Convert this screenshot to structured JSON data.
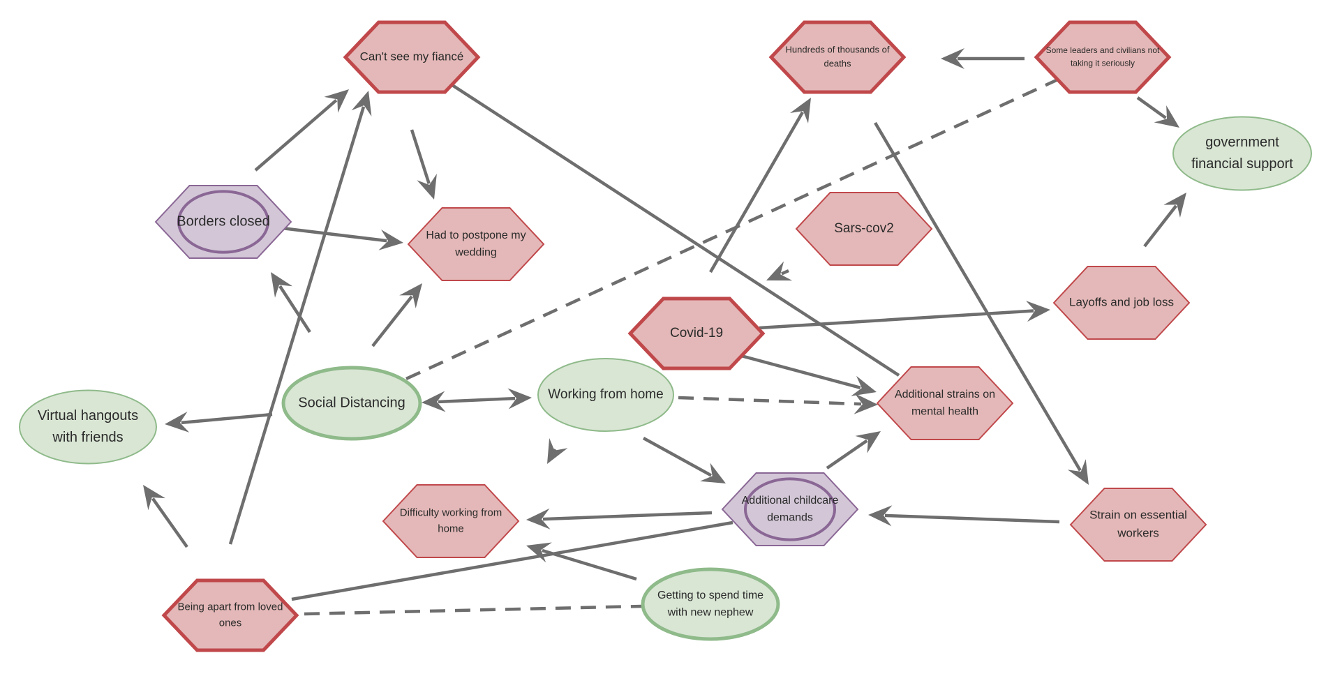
{
  "colors": {
    "negative_fill": "#e4b8b8",
    "negative_stroke": "#c0484b",
    "positive_fill": "#d9e6d4",
    "positive_stroke": "#8fba8a",
    "mixed_fill": "#d3c7d7",
    "mixed_stroke": "#8a6795",
    "edge": "#6e6e6e"
  },
  "nodes": [
    {
      "id": "cant-see-fiance",
      "label": [
        "Can't see my fiancé"
      ],
      "shape": "hexagon",
      "kind": "negative",
      "emphasis": true
    },
    {
      "id": "hundreds-of-thousands-of-deaths",
      "label": [
        "Hundreds of thousands of",
        "deaths"
      ],
      "shape": "hexagon",
      "kind": "negative",
      "emphasis": true
    },
    {
      "id": "leaders-not-serious",
      "label": [
        "Some leaders and civilians not",
        "taking it seriously"
      ],
      "shape": "hexagon",
      "kind": "negative",
      "emphasis": true
    },
    {
      "id": "government-financial-support",
      "label": [
        "government",
        "financial support"
      ],
      "shape": "ellipse",
      "kind": "positive",
      "emphasis": false
    },
    {
      "id": "borders-closed",
      "label": [
        "Borders closed"
      ],
      "shape": "hexagon-ellipse",
      "kind": "mixed",
      "emphasis": false
    },
    {
      "id": "postpone-wedding",
      "label": [
        "Had to postpone my",
        "wedding"
      ],
      "shape": "hexagon",
      "kind": "negative",
      "emphasis": false
    },
    {
      "id": "sars-cov2",
      "label": [
        "Sars-cov2"
      ],
      "shape": "hexagon",
      "kind": "negative",
      "emphasis": false
    },
    {
      "id": "layoffs-job-loss",
      "label": [
        "Layoffs and job loss"
      ],
      "shape": "hexagon",
      "kind": "negative",
      "emphasis": false
    },
    {
      "id": "covid-19",
      "label": [
        "Covid-19"
      ],
      "shape": "hexagon",
      "kind": "negative",
      "emphasis": true
    },
    {
      "id": "additional-strains-mental-health",
      "label": [
        "Additional strains on",
        "mental health"
      ],
      "shape": "hexagon",
      "kind": "negative",
      "emphasis": false
    },
    {
      "id": "social-distancing",
      "label": [
        "Social Distancing"
      ],
      "shape": "ellipse",
      "kind": "positive",
      "emphasis": true
    },
    {
      "id": "working-from-home",
      "label": [
        "Working from home"
      ],
      "shape": "ellipse",
      "kind": "positive",
      "emphasis": false
    },
    {
      "id": "virtual-hangouts",
      "label": [
        "Virtual hangouts",
        "with friends"
      ],
      "shape": "ellipse",
      "kind": "positive",
      "emphasis": false
    },
    {
      "id": "difficulty-working-from-home",
      "label": [
        "Difficulty working from",
        "home"
      ],
      "shape": "hexagon",
      "kind": "negative",
      "emphasis": false
    },
    {
      "id": "additional-childcare-demands",
      "label": [
        "Additional childcare",
        "demands"
      ],
      "shape": "hexagon-ellipse",
      "kind": "mixed",
      "emphasis": false
    },
    {
      "id": "strain-essential-workers",
      "label": [
        "Strain on essential",
        "workers"
      ],
      "shape": "hexagon",
      "kind": "negative",
      "emphasis": false
    },
    {
      "id": "being-apart-loved-ones",
      "label": [
        "Being apart from loved",
        "ones"
      ],
      "shape": "hexagon",
      "kind": "negative",
      "emphasis": true
    },
    {
      "id": "new-nephew",
      "label": [
        "Getting to spend time",
        "with new nephew"
      ],
      "shape": "ellipse",
      "kind": "positive",
      "emphasis": true
    }
  ],
  "edges": [
    {
      "from": "leaders-not-serious",
      "to": "hundreds-of-thousands-of-deaths",
      "style": "solid",
      "direction": "forward"
    },
    {
      "from": "leaders-not-serious",
      "to": "government-financial-support",
      "style": "solid",
      "direction": "forward"
    },
    {
      "from": "leaders-not-serious",
      "to": "social-distancing",
      "style": "dashed",
      "direction": "none"
    },
    {
      "from": "borders-closed",
      "to": "cant-see-fiance",
      "style": "solid",
      "direction": "forward"
    },
    {
      "from": "borders-closed",
      "to": "postpone-wedding",
      "style": "solid",
      "direction": "forward"
    },
    {
      "from": "cant-see-fiance",
      "to": "postpone-wedding",
      "style": "solid",
      "direction": "forward"
    },
    {
      "from": "cant-see-fiance",
      "to": "additional-strains-mental-health",
      "style": "solid",
      "direction": "none"
    },
    {
      "from": "social-distancing",
      "to": "borders-closed",
      "style": "solid",
      "direction": "forward"
    },
    {
      "from": "social-distancing",
      "to": "postpone-wedding",
      "style": "solid",
      "direction": "forward"
    },
    {
      "from": "social-distancing",
      "to": "virtual-hangouts",
      "style": "solid",
      "direction": "forward"
    },
    {
      "from": "social-distancing",
      "to": "working-from-home",
      "style": "solid",
      "direction": "both"
    },
    {
      "from": "being-apart-loved-ones",
      "to": "cant-see-fiance",
      "style": "solid",
      "direction": "forward"
    },
    {
      "from": "being-apart-loved-ones",
      "to": "virtual-hangouts",
      "style": "solid",
      "direction": "forward"
    },
    {
      "from": "being-apart-loved-ones",
      "to": "additional-childcare-demands",
      "style": "solid",
      "direction": "none"
    },
    {
      "from": "being-apart-loved-ones",
      "to": "new-nephew",
      "style": "dashed",
      "direction": "none"
    },
    {
      "from": "covid-19",
      "to": "hundreds-of-thousands-of-deaths",
      "style": "solid",
      "direction": "forward"
    },
    {
      "from": "covid-19",
      "to": "sars-cov2",
      "style": "solid",
      "direction": "backward"
    },
    {
      "from": "covid-19",
      "to": "layoffs-job-loss",
      "style": "solid",
      "direction": "forward"
    },
    {
      "from": "covid-19",
      "to": "additional-strains-mental-health",
      "style": "solid",
      "direction": "forward"
    },
    {
      "from": "working-from-home",
      "to": "additional-strains-mental-health",
      "style": "dashed",
      "direction": "forward"
    },
    {
      "from": "working-from-home",
      "to": "additional-childcare-demands",
      "style": "solid",
      "direction": "forward"
    },
    {
      "from": "working-from-home",
      "to": "difficulty-working-from-home",
      "style": "solid",
      "direction": "forward"
    },
    {
      "from": "additional-childcare-demands",
      "to": "difficulty-working-from-home",
      "style": "solid",
      "direction": "forward"
    },
    {
      "from": "additional-childcare-demands",
      "to": "additional-strains-mental-health",
      "style": "solid",
      "direction": "forward"
    },
    {
      "from": "strain-essential-workers",
      "to": "additional-childcare-demands",
      "style": "solid",
      "direction": "forward"
    },
    {
      "from": "hundreds-of-thousands-of-deaths",
      "to": "strain-essential-workers",
      "style": "solid",
      "direction": "forward"
    },
    {
      "from": "layoffs-job-loss",
      "to": "government-financial-support",
      "style": "solid",
      "direction": "forward"
    },
    {
      "from": "new-nephew",
      "to": "difficulty-working-from-home",
      "style": "solid",
      "direction": "forward"
    }
  ]
}
